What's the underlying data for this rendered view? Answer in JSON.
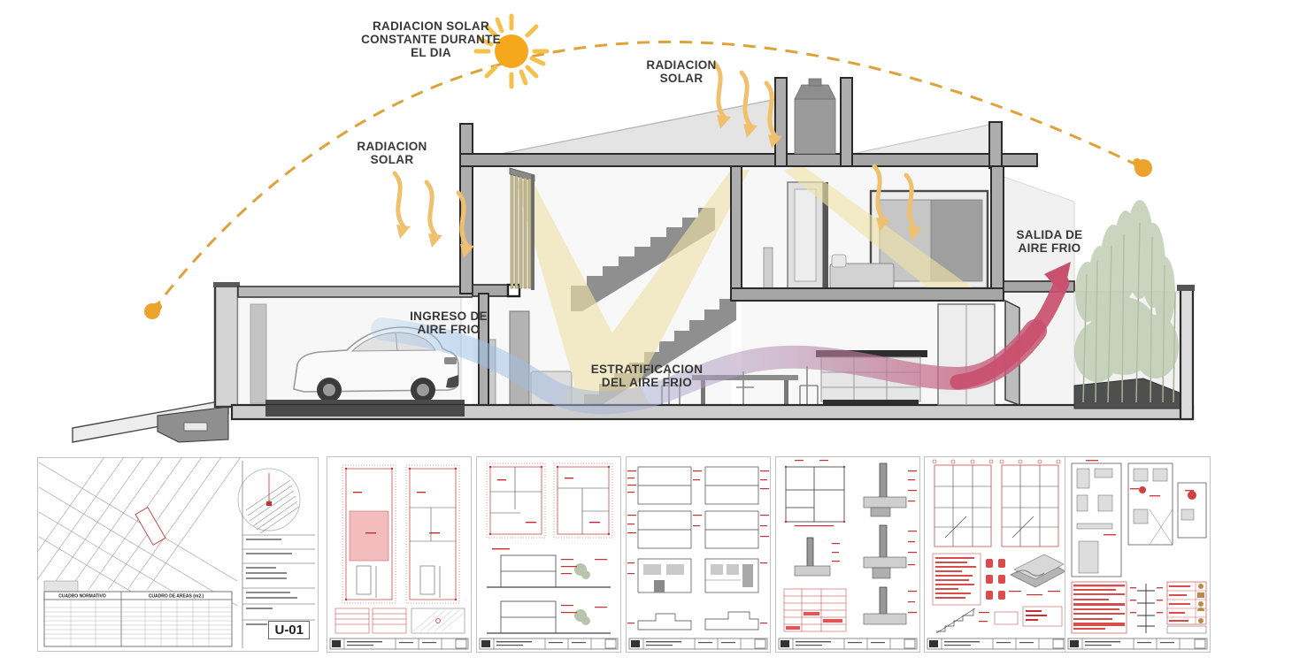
{
  "diagram": {
    "labels": {
      "sun_constant": "RADIACION SOLAR\nCONSTANTE DURANTE\nEL DIA",
      "radiation_left": "RADIACION\nSOLAR",
      "radiation_right": "RADIACION\nSOLAR",
      "cold_air_in": "INGRESO DE\nAIRE FRIO",
      "stratification": "ESTRATIFICACION\nDEL AIRE FRIO",
      "cold_air_out": "SALIDA DE\nAIRE FRIO"
    },
    "colors": {
      "sun_core": "#F6A81C",
      "sun_rays": "#F5C14E",
      "sun_path_arc": "#DFA23B",
      "radiation_arrows": "#EFC16F",
      "light_beams": "#EFE3A8",
      "cold_air": "#A9C6E8",
      "warm_air_exit": "#C9506E",
      "label_text": "#383838",
      "cut_walls": "#2B2B2B",
      "foliage": "#B7C6A8"
    }
  },
  "sheets": {
    "sheet1": {
      "code": "U-01",
      "cuadro_normativo_title": "CUADRO NORMATIVO",
      "cuadro_areas_title": "CUADRO DE AREAS (m2.)"
    },
    "drawing_line_color": "#C53030"
  }
}
